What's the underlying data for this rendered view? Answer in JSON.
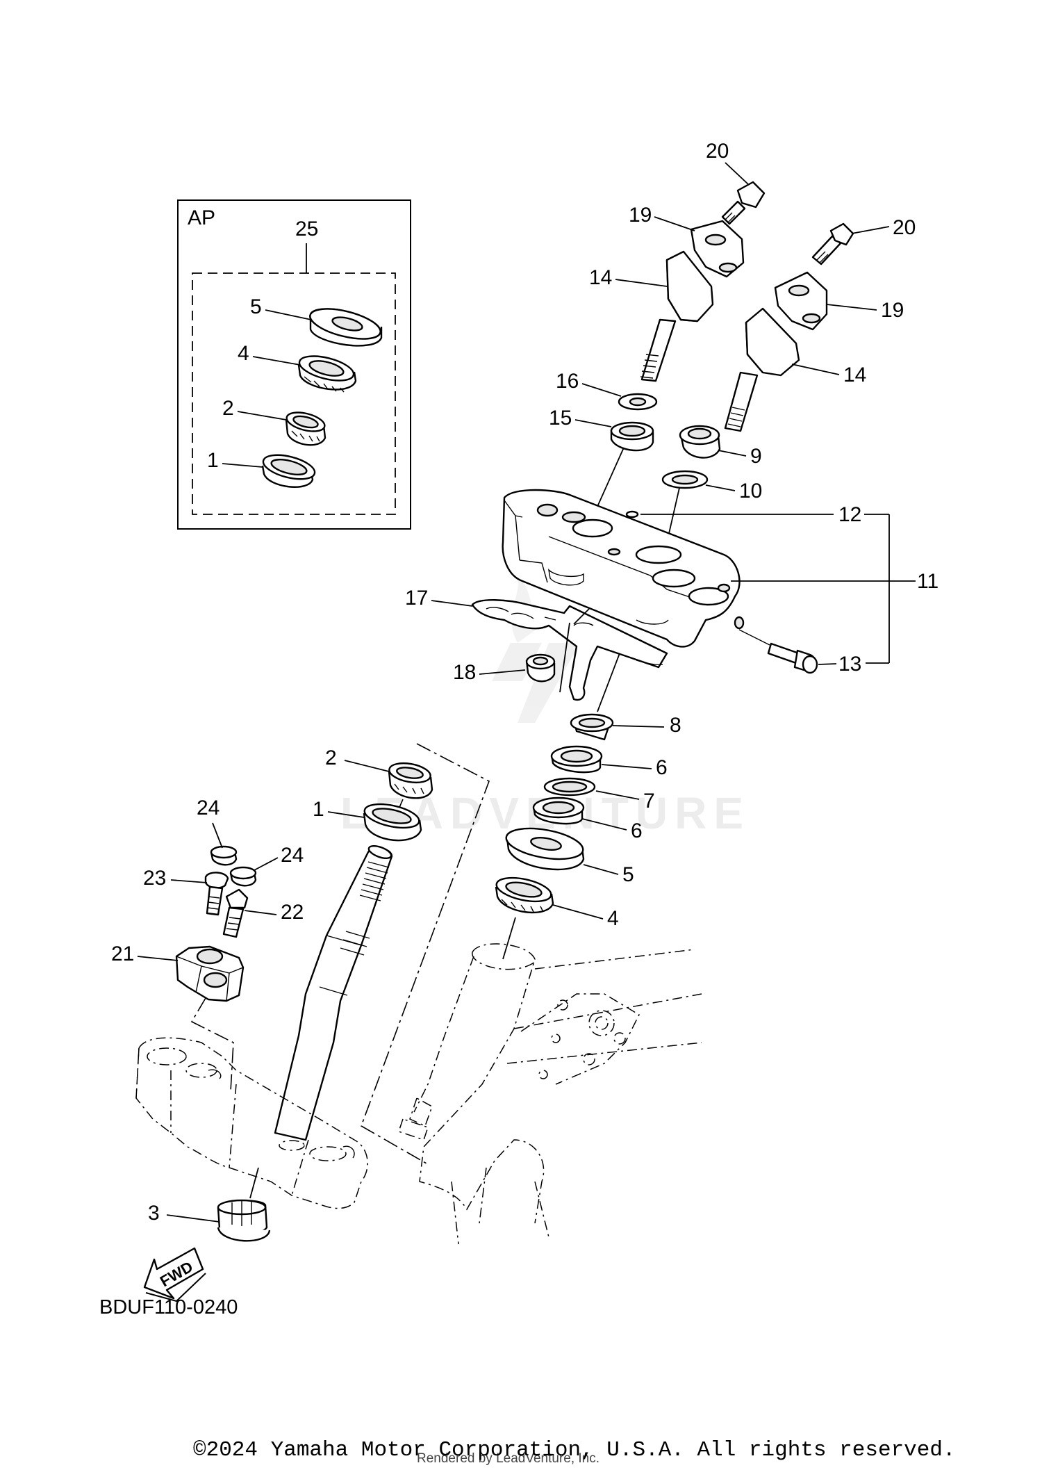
{
  "diagram": {
    "ap_box_label": "AP",
    "ap_group_number": "25",
    "ap_callouts": [
      "5",
      "4",
      "2",
      "1"
    ],
    "callouts": {
      "c1": "1",
      "c2": "2",
      "c3": "3",
      "c4": "4",
      "c5": "5",
      "c6a": "6",
      "c6b": "6",
      "c7": "7",
      "c8": "8",
      "c9": "9",
      "c10": "10",
      "c11": "11",
      "c12": "12",
      "c13": "13",
      "c14a": "14",
      "c14b": "14",
      "c15": "15",
      "c16": "16",
      "c17": "17",
      "c18": "18",
      "c19a": "19",
      "c19b": "19",
      "c20a": "20",
      "c20b": "20",
      "c21": "21",
      "c22": "22",
      "c23": "23",
      "c24a": "24",
      "c24b": "24"
    },
    "fwd_label": "FWD",
    "diagram_code": "BDUF110-0240",
    "watermark": "LEADVENTURE"
  },
  "footer": {
    "copyright": "©2024 Yamaha Motor Corporation, U.S.A. All rights reserved.",
    "rendered_by": "Rendered by LeadVenture, Inc."
  }
}
